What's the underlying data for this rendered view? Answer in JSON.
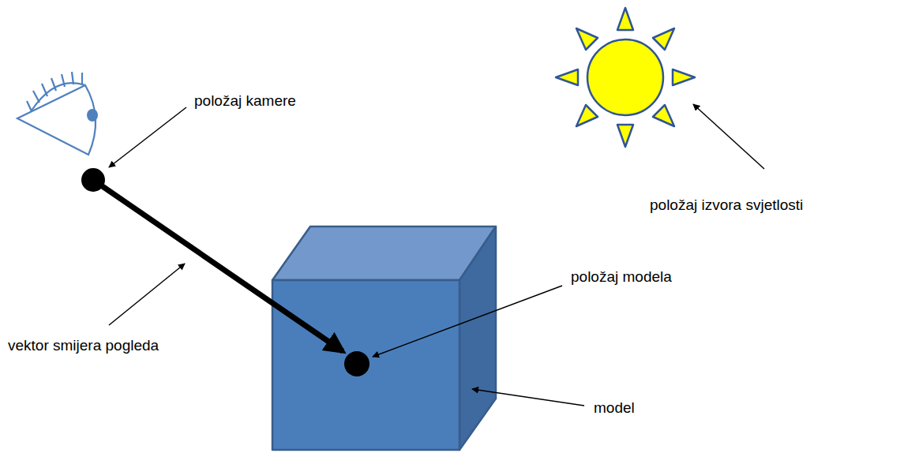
{
  "diagram": {
    "labels": [
      "položaj kamere",
      "položaj izvora svjetlosti",
      "položaj modela",
      "vektor smijera pogleda",
      "model"
    ]
  }
}
